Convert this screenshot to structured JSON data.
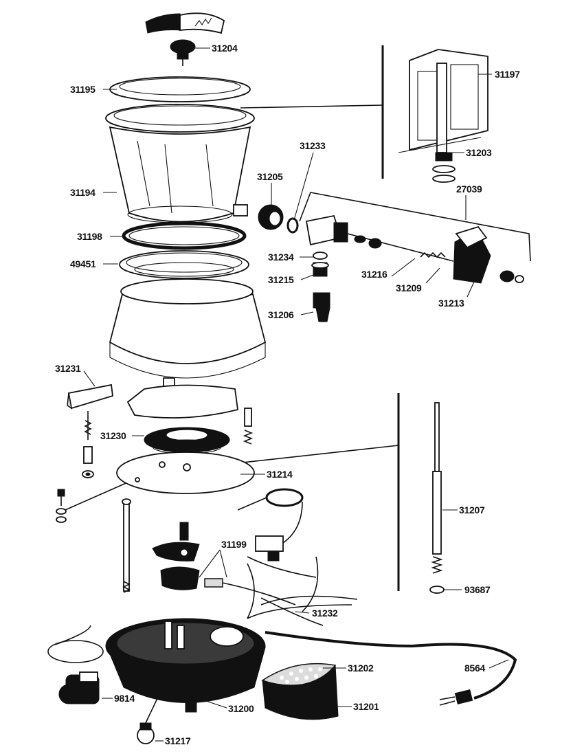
{
  "diagram": {
    "labels": {
      "p31204": "31204",
      "p31195": "31195",
      "p31197": "31197",
      "p31203": "31203",
      "p31233": "31233",
      "p31205": "31205",
      "p27039": "27039",
      "p31194": "31194",
      "p31198": "31198",
      "p49451": "49451",
      "p31234": "31234",
      "p31215": "31215",
      "p31216": "31216",
      "p31209": "31209",
      "p31213": "31213",
      "p31206": "31206",
      "p31231": "31231",
      "p31230": "31230",
      "p31214": "31214",
      "p31207": "31207",
      "p31199": "31199",
      "p31232": "31232",
      "p93687": "93687",
      "p31202": "31202",
      "p8564": "8564",
      "p9814": "9814",
      "p31200": "31200",
      "p31201": "31201",
      "p31217": "31217"
    }
  }
}
